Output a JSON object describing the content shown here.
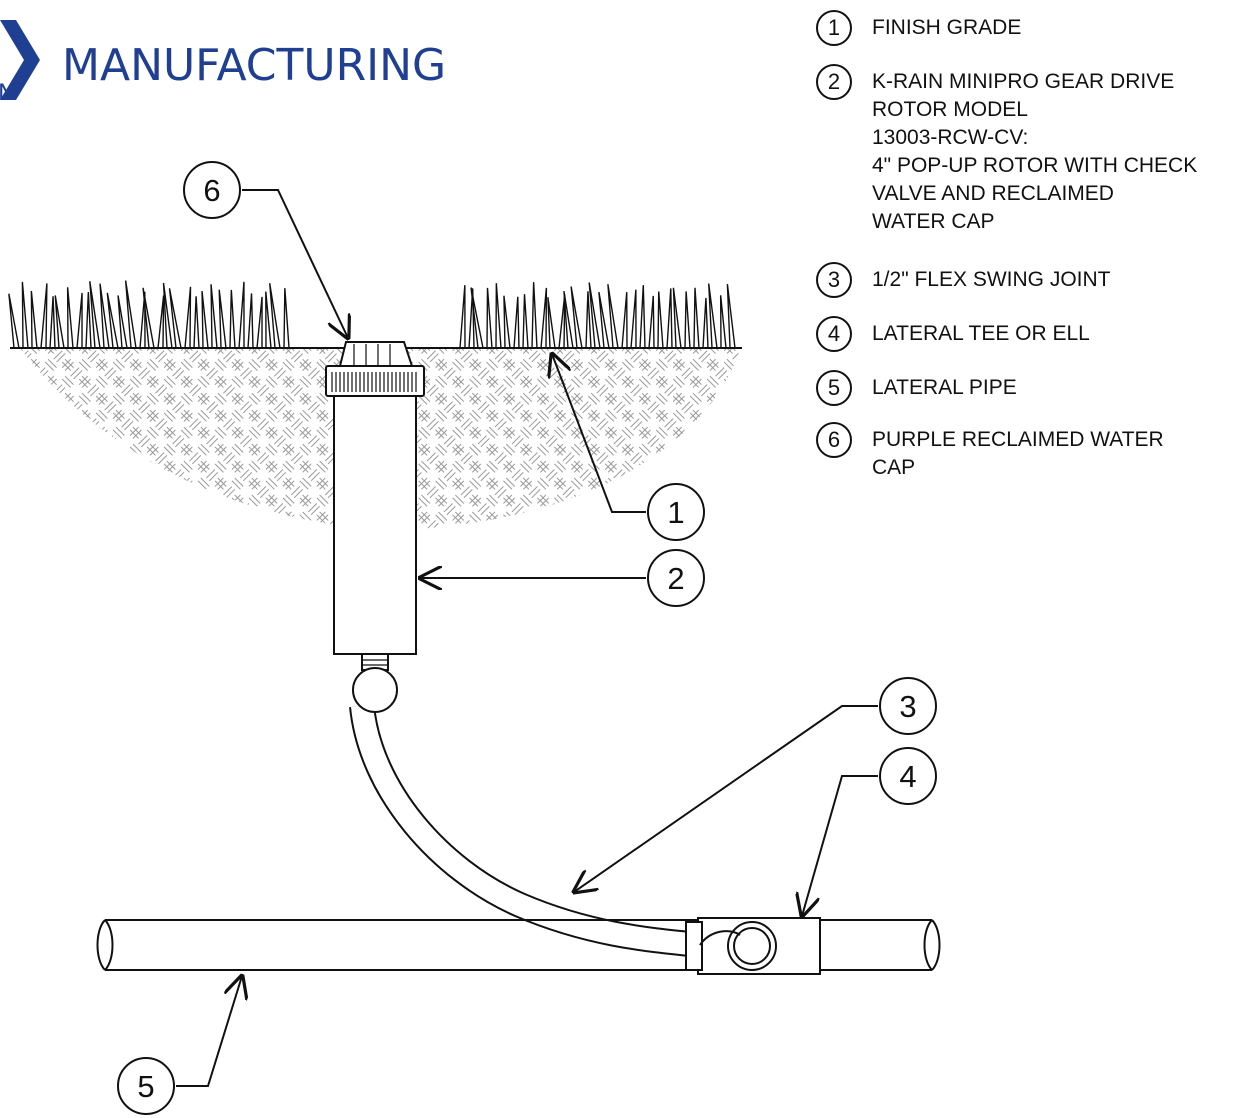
{
  "brand": {
    "text": "MANUFACTURING",
    "partial_letter": "N",
    "color": "#1f3f93"
  },
  "legend": [
    {
      "num": "1",
      "text": "FINISH GRADE"
    },
    {
      "num": "2",
      "text": "K-RAIN MINIPRO GEAR DRIVE\nROTOR MODEL\n13003-RCW-CV:\n4\" POP-UP ROTOR WITH CHECK\nVALVE AND RECLAIMED\nWATER CAP"
    },
    {
      "num": "3",
      "text": "1/2\" FLEX SWING JOINT"
    },
    {
      "num": "4",
      "text": "LATERAL TEE OR ELL"
    },
    {
      "num": "5",
      "text": "LATERAL PIPE"
    },
    {
      "num": "6",
      "text": "PURPLE RECLAIMED WATER\nCAP"
    }
  ],
  "callouts": [
    {
      "num": "6"
    },
    {
      "num": "1"
    },
    {
      "num": "2"
    },
    {
      "num": "3"
    },
    {
      "num": "4"
    },
    {
      "num": "5"
    }
  ]
}
